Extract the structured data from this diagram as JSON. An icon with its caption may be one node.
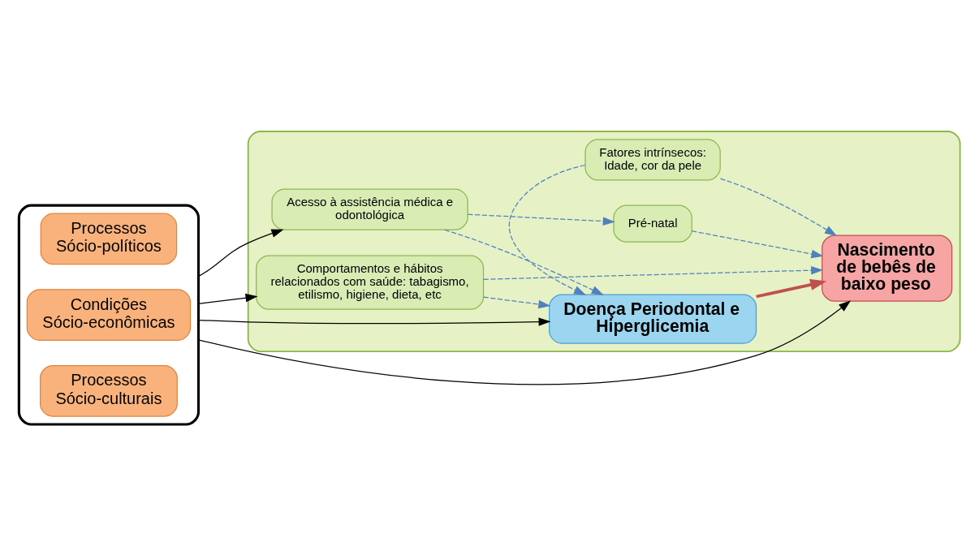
{
  "diagram": {
    "nodes": [
      {
        "text": [],
        "shape": "box"
      },
      {
        "text": [],
        "shape": "ellipse"
      },
      {
        "text": [
          "Processos Sócio-políticos"
        ],
        "in": 1
      },
      {
        "text": [
          "Condições Sócio-econômicas"
        ],
        "in": 1
      },
      {
        "text": [
          "Processos Sócio-culturais"
        ],
        "in": 1
      },
      {
        "text": [
          "Acesso à assistência médica e odontológica"
        ],
        "in": 0
      },
      {
        "text": [
          "Pré-natal"
        ],
        "in": 0
      },
      {
        "text": [
          "Doença Periodontal e Hiperglicemia"
        ],
        "in": 0
      },
      {
        "text": [
          "Nascimento de bebês de baixo peso"
        ],
        "in": 0
      },
      {
        "text": [
          "Comportamentos e hábitos relacionados com saúde: tabagismo, etilismo, higiene, dieta, etc"
        ],
        "in": 0
      },
      {
        "text": [
          "Fatores intrínsecos: Idade, cor da pele"
        ],
        "in": 0
      }
    ],
    "edges": [
      {
        "from": 1,
        "to": 5,
        "arrow": "to",
        "color": "#000000"
      },
      {
        "from": 5,
        "to": 6,
        "arrow": "to",
        "style": "dashed"
      },
      {
        "from": 5,
        "to": 7,
        "arrow": "to",
        "style": "dashed"
      },
      {
        "from": 6,
        "to": 8,
        "arrow": "to",
        "style": "dashed"
      },
      {
        "from": 1,
        "to": 8,
        "arrow": "to",
        "color": "#000000"
      },
      {
        "from": 1,
        "to": 7,
        "arrow": "to",
        "color": "#000000"
      },
      {
        "from": 7,
        "to": 8,
        "arrow": "to",
        "style": "thick",
        "color": "#c0504d"
      },
      {
        "from": 1,
        "to": 9,
        "arrow": "to",
        "color": "#000000"
      },
      {
        "from": 9,
        "to": 7,
        "arrow": "to",
        "style": "dashed"
      },
      {
        "from": 9,
        "to": 8,
        "arrow": "to",
        "style": "dashed"
      },
      {
        "from": 10,
        "to": 7,
        "arrow": "to",
        "style": "dashed"
      },
      {
        "from": 10,
        "to": 8,
        "arrow": "to",
        "style": "dashed"
      }
    ]
  }
}
